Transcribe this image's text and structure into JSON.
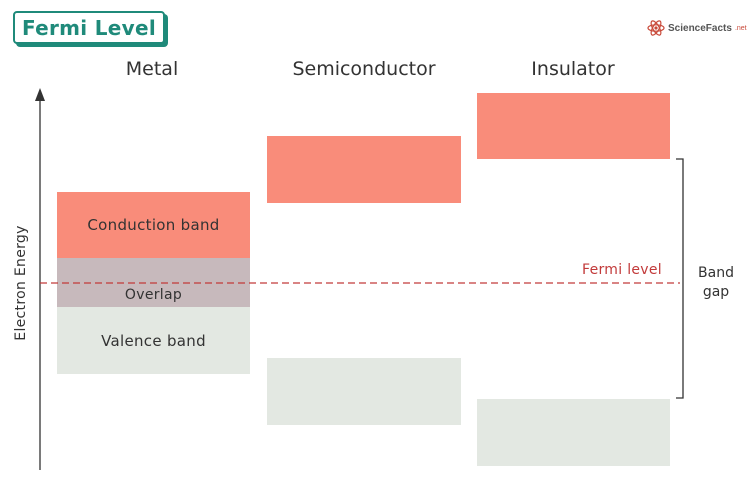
{
  "header": {
    "title": "Fermi Level",
    "brand": {
      "name": "ScienceFacts",
      "suffix": ".net",
      "icon": "atom-icon"
    }
  },
  "columns": [
    {
      "name": "Metal"
    },
    {
      "name": "Semiconductor"
    },
    {
      "name": "Insulator"
    }
  ],
  "bands": {
    "metal": {
      "conduction": "Conduction band",
      "overlap": "Overlap",
      "valence": "Valence band"
    }
  },
  "axis": {
    "label": "Electron Energy"
  },
  "fermi": {
    "label": "Fermi level",
    "color": "#c23a3a"
  },
  "band_gap": {
    "line1": "Band",
    "line2": "gap"
  },
  "colors": {
    "conduction": "#f98c7a",
    "valence": "#e3e8e2",
    "overlap": "#c7b9bc",
    "accent": "#1f8a7a"
  }
}
